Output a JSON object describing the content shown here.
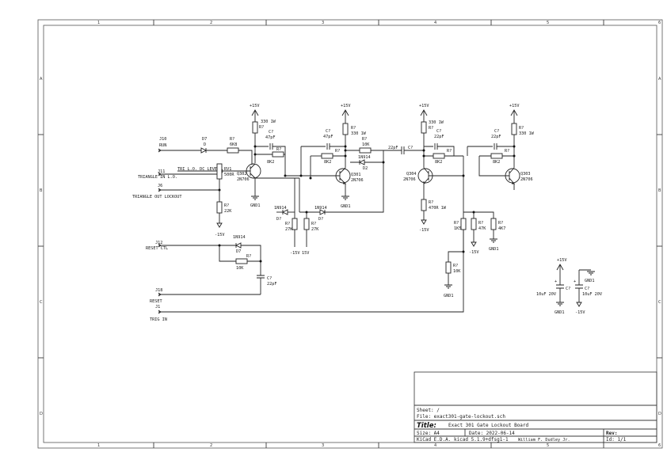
{
  "frame": {
    "columns": [
      "1",
      "2",
      "3",
      "4",
      "5",
      "6"
    ],
    "rows": [
      "A",
      "B",
      "C",
      "D"
    ]
  },
  "title_block": {
    "sheet": "Sheet: /",
    "file": "File: exact301-gate-lockout.sch",
    "title_label": "Title:",
    "title": "Exact 301 Gate Lockout Board",
    "size": "Size: A4",
    "date": "Date:  2022-06-14",
    "rev": "Rev:",
    "kicad": "KiCad E.D.A.  kicad 5.1.9+dfsg1-1",
    "author": "William F. Dudley Jr.",
    "id": "Id: 1/1"
  },
  "connectors": {
    "j10_ref": "J10",
    "j10_label": "RUN",
    "j11_ref": "J11",
    "j11_label": "TRIANGLE IN L.O.",
    "j6_ref": "J6",
    "j6_label": "TRIANGLE OUT LOCKOUT",
    "j12_ref": "J12",
    "j12_label": "RESET CTL",
    "j18_ref": "J18",
    "j18_label": "RESET",
    "j1_ref": "J1",
    "j1_label": "TRIG IN"
  },
  "labels": {
    "tri_lo": "TRI L.O. DC LEVEL",
    "d7": "D7",
    "d7_val": "D",
    "r_6k8": "R?",
    "r_6k8_val": "6K8",
    "rv1": "RV1",
    "rv1_val": "500R",
    "r_22k": "R?",
    "r_22k_val": "22K",
    "m15_a": "-15V",
    "d_1n914_a": "1N914",
    "d7b": "D7",
    "r_10k_a": "R?",
    "r_10k_a_val": "10K",
    "c_22pf_a": "C?",
    "c_22pf_a_val": "22pF",
    "p15_1": "+15V",
    "r_330_1": "R?",
    "r_330_1_val": "330 1W",
    "c_47_1": "C?",
    "c_47_1_val": "47pF",
    "r_8k2_1": "R?",
    "r_8k2_1_val": "8K2",
    "q302": "Q302",
    "q302_val": "2N706",
    "gnd_1": "GND1",
    "d2_a": "D?",
    "d2_a_val": "1N914",
    "r_27k_a": "R?",
    "r_27k_a_val": "27K",
    "r_27k_b": "R?",
    "r_27k_b_val": "27K",
    "d2_b": "D?",
    "d2_b_val": "1N914",
    "m15_b": "-15V",
    "p15_2": "15V",
    "p15_3": "+15V",
    "r_330_2": "R?",
    "r_330_2_val": "330 1W",
    "c_47_2": "C?",
    "c_47_2_val": "47pF",
    "r_8k2_2": "R?",
    "r_8k2_2_val": "8K2",
    "r_10k_b": "R?",
    "r_10k_b_val": "10K",
    "d_1n914_c": "1N914",
    "d2_c": "D2",
    "q301": "Q301",
    "q301_val": "2N706",
    "gnd_2": "GND1",
    "c_22pf_b": "22pF",
    "c_22pf_b_ref": "C?",
    "p15_4": "+15V",
    "r_330_3": "R?",
    "r_330_3_val": "330 1W",
    "c_22_3": "C?",
    "c_22_3_val": "22pF",
    "r_8k2_3": "R?",
    "r_8k2_3_val": "8K2",
    "q304": "Q304",
    "q304_val": "2N706",
    "r_470": "R?",
    "r_470_val": "470R 1W",
    "m15_c": "-15V",
    "r_1k5": "R?",
    "r_1k5_val": "1K5",
    "r_47k": "R?",
    "r_47k_val": "47K",
    "r_4k7": "R?",
    "r_4k7_val": "4K7",
    "gnd_3": "GND1",
    "m15_d": "-15V",
    "r_10k_c": "R?",
    "r_10k_c_val": "10K",
    "gnd_4": "GND1",
    "p15_5": "+15V",
    "r_330_4": "R?",
    "r_330_4_val": "330 1W",
    "c_22_4": "C?",
    "c_22_4_val": "22pF",
    "r_8k2_4": "R?",
    "r_8k2_4_val": "8K2",
    "q303": "Q303",
    "q303_val": "2N706",
    "pwr_p15": "+15V",
    "pwr_gnd": "GND1",
    "c7": "C?",
    "c7_val": "10uF 20V",
    "c8": "C?",
    "c8_val": "10uF 20V",
    "pwr_gnd2": "GND1",
    "pwr_m15": "-15V"
  }
}
